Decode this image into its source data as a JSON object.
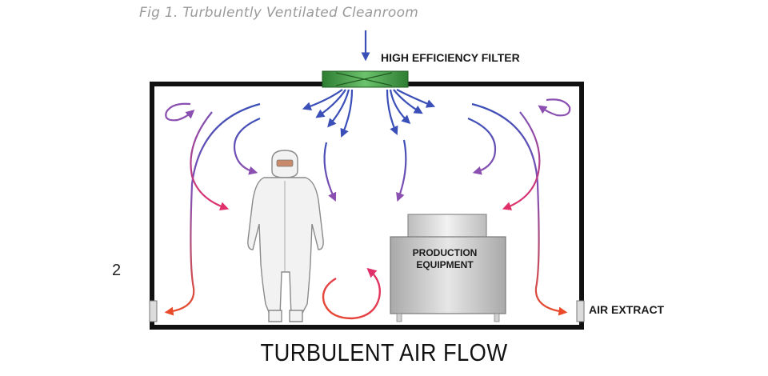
{
  "caption": "Fig 1. Turbulently Ventilated Cleanroom",
  "labels": {
    "filter": "HIGH EFFICIENCY FILTER",
    "equipment_line1": "PRODUCTION",
    "equipment_line2": "EQUIPMENT",
    "air_extract": "AIR EXTRACT",
    "page_number": "2"
  },
  "title": "TURBULENT AIR FLOW",
  "colors": {
    "filter_green": "#3f9a3f",
    "airflow_blue": "#3b4fb8",
    "airflow_purple": "#8a4fb0",
    "airflow_pink": "#e0306a",
    "airflow_red": "#e84a2a",
    "wall": "#111111"
  }
}
